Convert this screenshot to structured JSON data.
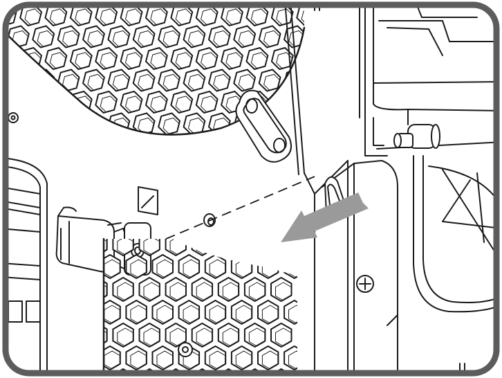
{
  "illustration": {
    "subject": "case-side-fan-grille-mounting",
    "palette": {
      "background": "#ffffff",
      "frame": "#5c5c5c",
      "line": "#1a1a1a",
      "arrow": "#9a9a9a",
      "hex_fill": "#ffffff"
    },
    "callouts": {
      "arrow": "push-direction-arrow",
      "guide": "dashed-alignment-line"
    }
  }
}
